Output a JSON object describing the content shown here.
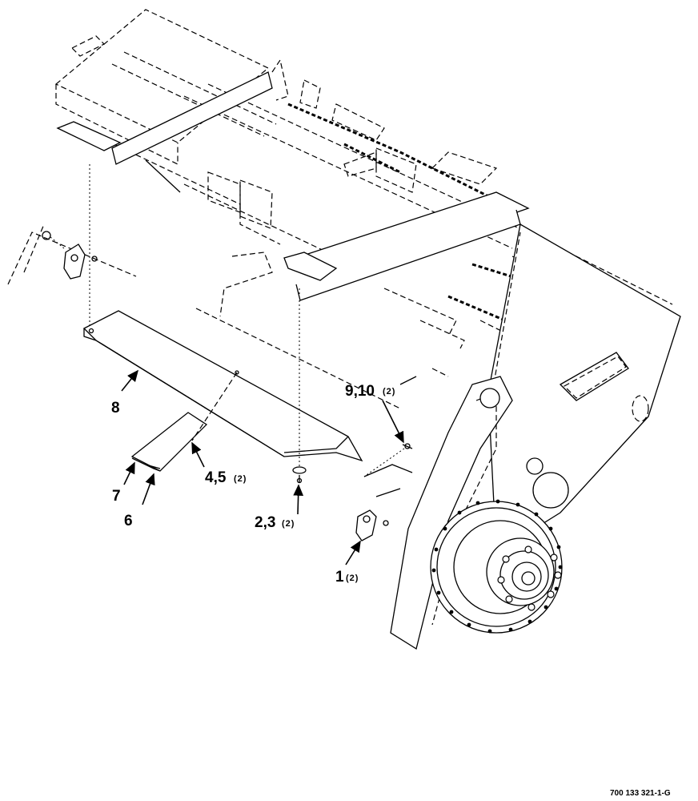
{
  "callouts": {
    "c8": {
      "num": "8",
      "qty": ""
    },
    "c7": {
      "num": "7",
      "qty": ""
    },
    "c6": {
      "num": "6",
      "qty": ""
    },
    "c45": {
      "num": "4,5",
      "qty": "(2)"
    },
    "c23": {
      "num": "2,3",
      "qty": "(2)"
    },
    "c910": {
      "num": "9,10",
      "qty": "(2)"
    },
    "c1": {
      "num": "1",
      "qty": "(2)"
    }
  },
  "figure_number": "700 133 321-1-G"
}
